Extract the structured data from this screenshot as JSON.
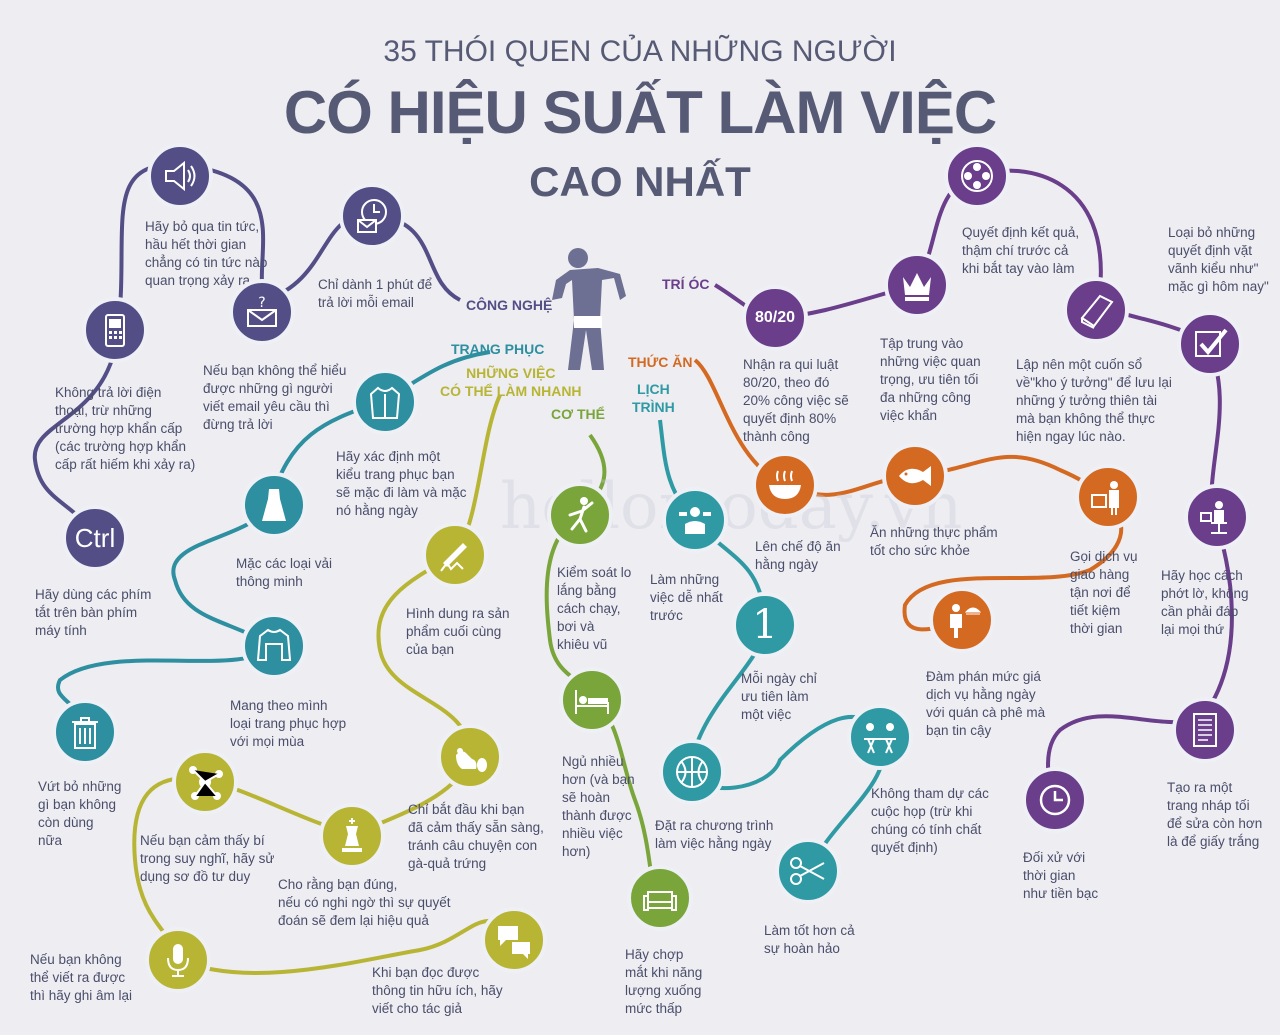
{
  "title": {
    "line1": "35 THÓI QUEN CỦA NHỮNG NGƯỜI",
    "line2": "CÓ HIỆU SUẤT LÀM VIỆC",
    "line3": "CAO NHẤT"
  },
  "watermark": "hellomoday.vn",
  "colors": {
    "tech": "#534f86",
    "clothing": "#2d8fa0",
    "fastwork": "#b8b535",
    "body": "#7aa53a",
    "schedule": "#2f9aa3",
    "food": "#d46a22",
    "mind": "#6a3e8a",
    "text": "#4a4e6a",
    "title": "#565a75"
  },
  "categories": {
    "tech": "CÔNG NGHỆ",
    "clothing": "TRANG PHỤC",
    "fastwork": "NHỮNG VIỆC\nCÓ THỂ LÀM NHANH",
    "body": "CƠ THỂ",
    "schedule": "LỊCH\nTRÌNH",
    "food": "THỨC ĂN",
    "mind": "TRÍ ÓC"
  },
  "nodes": {
    "speaker": {
      "icon": "speaker-icon",
      "caption": "Hãy bỏ qua tin tức,\nhầu hết thời gian\nchẳng có tin tức nào\nquan trọng xảy ra"
    },
    "clock_mail": {
      "icon": "clock-mail-icon",
      "caption": "Chỉ dành 1 phút để\ntrả lời mỗi email"
    },
    "phone": {
      "icon": "phone-icon",
      "caption": "Không trả lời điện\nthoại, trừ những\ntrường hợp khẩn cấp\n(các trường hợp khẩn\ncấp rất hiếm khi xảy ra)"
    },
    "email": {
      "icon": "email-icon",
      "caption": "Nếu bạn không thể hiểu\nđược những gì người\nviết email yêu cầu thì\nđừng trả lời"
    },
    "ctrl": {
      "icon": "ctrl-key-icon",
      "label": "Ctrl",
      "caption": "Hãy dùng các phím\ntắt trên bàn phím\nmáy tính"
    },
    "jacket": {
      "icon": "jacket-icon",
      "caption": "Hãy xác định một\nkiểu trang phục bạn\nsẽ mặc đi làm và mặc\nnó hằng ngày"
    },
    "dress": {
      "icon": "dress-icon",
      "caption": "Mặc các loại vải\nthông minh"
    },
    "coat": {
      "icon": "coat-icon",
      "caption": "Mang theo mình\nloại trang phục hợp\nvới mọi mùa"
    },
    "trash": {
      "icon": "trash-icon",
      "caption": "Vứt bỏ những\ngì bạn không\ncòn dùng\nnữa"
    },
    "pencil": {
      "icon": "pencil-icon",
      "caption": "Hình dung ra sản\nphẩm cuối cùng\ncủa bạn"
    },
    "chicken": {
      "icon": "chicken-egg-icon",
      "caption": "Chỉ bắt đầu khi bạn\nđã cảm thấy sẵn sàng,\ntránh câu chuyện con\ngà-quả trứng"
    },
    "mindmap": {
      "icon": "mindmap-icon",
      "caption": "Nếu bạn cảm thấy bí\ntrong suy nghĩ, hãy sử\ndụng sơ đồ tư duy"
    },
    "chess": {
      "icon": "chess-king-icon",
      "caption": "Cho rằng bạn đúng,\nnếu có nghi ngờ thì sự quyết\nđoán sẽ đem lại hiệu quả"
    },
    "mic": {
      "icon": "microphone-icon",
      "caption": "Nếu bạn không\nthể viết ra được\nthì hãy ghi âm lại"
    },
    "chat": {
      "icon": "chat-bubbles-icon",
      "caption": "Khi bạn đọc được\nthông tin hữu ích, hãy\nviết cho tác giả"
    },
    "exercise": {
      "icon": "exercise-icon",
      "caption": "Kiểm soát lo\nlắng bằng\ncách chạy,\nbơi và\nkhiêu vũ"
    },
    "bed": {
      "icon": "bed-icon",
      "caption": "Ngủ nhiều\nhơn (và bạn\nsẽ hoàn\nthành được\nnhiều việc\nhơn)"
    },
    "sofa": {
      "icon": "sofa-icon",
      "caption": "Hãy chợp\nmắt khi năng\nlượng xuống\nmức thấp"
    },
    "weights": {
      "icon": "dumbbell-icon",
      "caption": "Làm những\nviệc dễ nhất\ntrước"
    },
    "one": {
      "icon": "number-one-icon",
      "label": "1",
      "caption": "Mỗi ngày chỉ\nưu tiên làm\nmột việc"
    },
    "ball": {
      "icon": "basketball-icon",
      "caption": "Đặt ra chương trình\nlàm việc hằng ngày"
    },
    "meeting": {
      "icon": "meeting-table-icon",
      "caption": "Không tham dự các\ncuộc họp (trừ khi\nchúng có tính chất\nquyết định)"
    },
    "scissors": {
      "icon": "scissors-icon",
      "caption": "Làm tốt hơn cả\nsự hoàn hảo"
    },
    "bowl": {
      "icon": "soup-bowl-icon",
      "caption": "Lên chế độ ăn\nhằng ngày"
    },
    "fish": {
      "icon": "fish-icon",
      "caption": "Ăn những thực phẩm\ntốt cho sức khỏe"
    },
    "delivery": {
      "icon": "delivery-icon",
      "caption": "Gọi dịch vụ\ngiao hàng\ntận nơi để\ntiết kiệm\nthời gian"
    },
    "waiter": {
      "icon": "waiter-icon",
      "caption": "Đàm phán mức giá\ndịch vụ hằng ngày\nvới quán cà phê mà\nbạn tin cậy"
    },
    "ratio": {
      "icon": "pareto-icon",
      "label": "80/20",
      "caption": "Nhận ra qui luật\n80/20, theo đó\n20% công việc sẽ\nquyết định 80%\nthành công"
    },
    "crown": {
      "icon": "crown-icon",
      "caption": "Tập trung vào\nnhững việc quan\ntrọng, ưu tiên tối\nđa những công\nviệc khẩn"
    },
    "film": {
      "icon": "film-reel-icon",
      "caption": "Quyết định kết quả,\nthậm chí trước cả\nkhi bắt tay vào làm"
    },
    "book": {
      "icon": "book-icon",
      "caption": "Lập nên một cuốn sổ\nvề\"kho ý tưởng\" để lưu lại\nnhững ý tưởng thiên tài\nmà bạn không thể thực\nhiện ngay lúc nào."
    },
    "check": {
      "icon": "checkbox-icon",
      "caption": "Loại bỏ những\nquyết định vặt\nvãnh kiểu như\"\nmặc gì hôm nay\""
    },
    "desk": {
      "icon": "desk-person-icon",
      "caption": "Hãy học cách\nphớt lờ, không\ncần phải đáp\nlại mọi thứ"
    },
    "draft": {
      "icon": "draft-paper-icon",
      "caption": "Tạo ra một\ntrang nháp tối\nđể sửa còn hơn\nlà để giấy trắng"
    },
    "clock": {
      "icon": "clock-icon",
      "caption": "Đối xử với\nthời gian\nnhư tiền bạc"
    }
  }
}
